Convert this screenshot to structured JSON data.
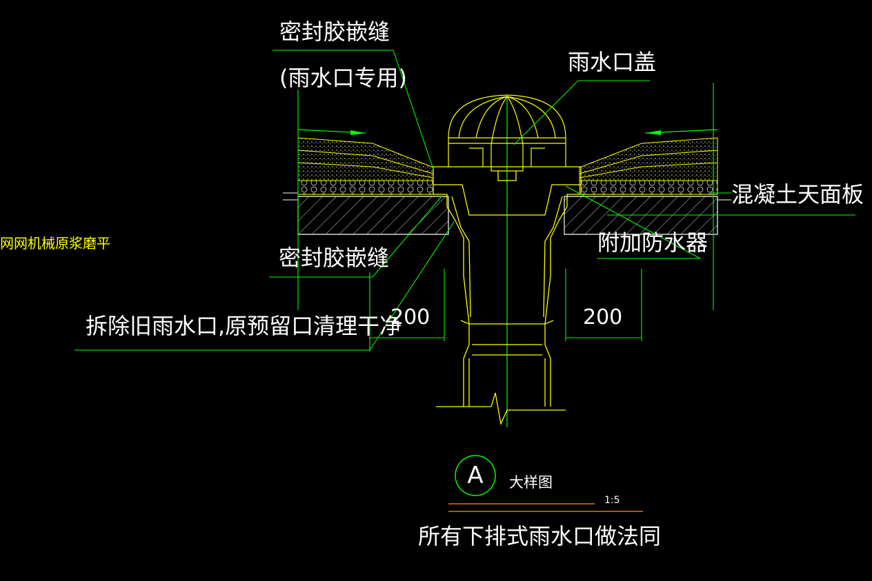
{
  "labels": {
    "sealant_top_line1": "密封胶嵌缝",
    "sealant_top_line2": "(雨水口专用)",
    "drain_cover": "雨水口盖",
    "concrete_slab": "混凝土天面板",
    "extra_waterproof": "附加防水器",
    "sealant_bottom": "密封胶嵌缝",
    "demolish_note": "拆除旧雨水口,原预留口清理干净",
    "side_note": "网网机械原浆磨平"
  },
  "dimensions": {
    "left": "200",
    "right": "200"
  },
  "title_block": {
    "symbol": "A",
    "detail_name": "大样图",
    "scale": "1:5",
    "note": "所有下排式雨水口做法同"
  },
  "colors": {
    "background": "#000000",
    "outline": "#ffff00",
    "leader": "#00ff00",
    "text": "#ffffff",
    "side_text": "#ffff00",
    "scale_line": "#ff9900"
  }
}
